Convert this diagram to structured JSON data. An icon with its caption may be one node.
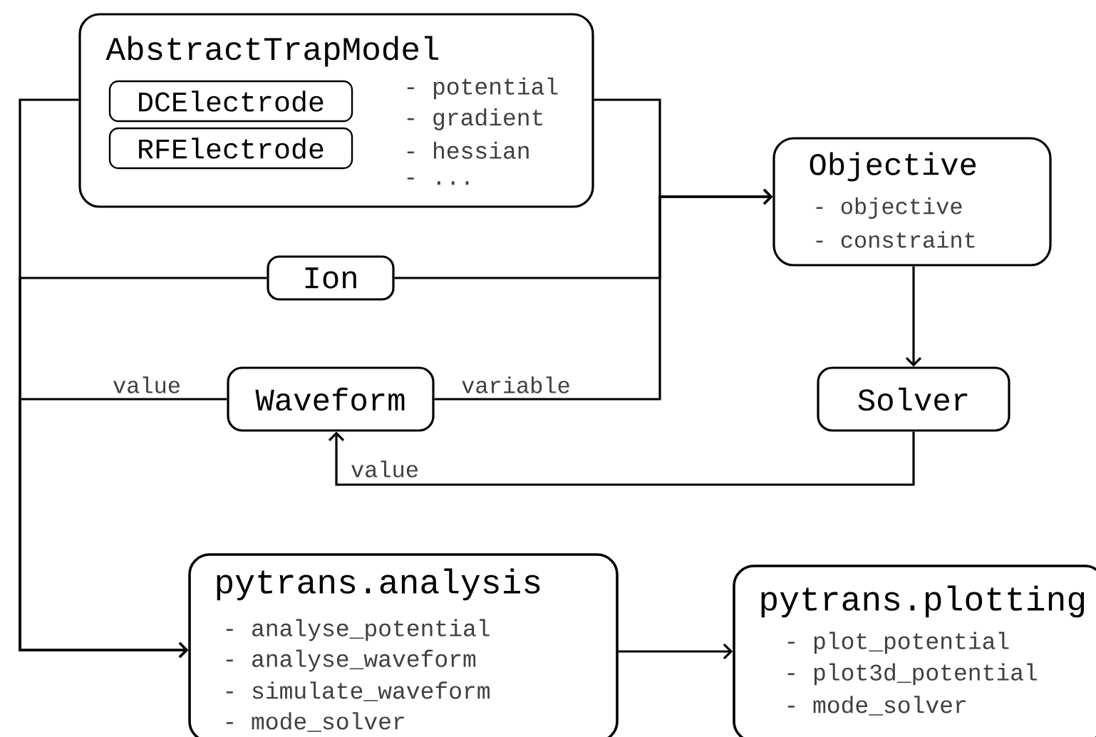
{
  "diagram": {
    "nodes": [
      {
        "text": [
          "AbstractTrapModel",
          "- potential",
          "- gradient",
          "- hessian",
          "- ..."
        ]
      },
      {
        "text": [
          "DCElectrode"
        ],
        "in": 0
      },
      {
        "text": [
          "RFElectrode"
        ],
        "in": 0
      },
      {
        "text": [
          "Objective",
          "- objective",
          "- constraint"
        ]
      },
      {
        "text": [
          "Ion"
        ]
      },
      {
        "text": [
          "Waveform"
        ]
      },
      {
        "text": [
          "Solver"
        ]
      },
      {
        "text": [
          "pytrans.analysis",
          "- analyse_potential",
          "- analyse_waveform",
          "- simulate_waveform",
          "- mode_solver"
        ]
      },
      {
        "text": [
          "pytrans.plotting",
          "- plot_potential",
          "- plot3d_potential",
          "- mode_solver"
        ]
      }
    ],
    "edges": [
      {
        "from": 0,
        "to": 7,
        "arrow": "to"
      },
      {
        "from": 4,
        "to": 7,
        "arrow": "to"
      },
      {
        "from": 5,
        "to": 7,
        "arrow": "to",
        "label": "value"
      },
      {
        "from": 0,
        "to": 3,
        "arrow": "to"
      },
      {
        "from": 4,
        "to": 3,
        "arrow": "to"
      },
      {
        "from": 5,
        "to": 3,
        "arrow": "to",
        "label": "variable"
      },
      {
        "from": 3,
        "to": 6,
        "arrow": "to"
      },
      {
        "from": 6,
        "to": 5,
        "arrow": "to",
        "label": "value"
      },
      {
        "from": 7,
        "to": 8,
        "arrow": "to"
      }
    ]
  }
}
